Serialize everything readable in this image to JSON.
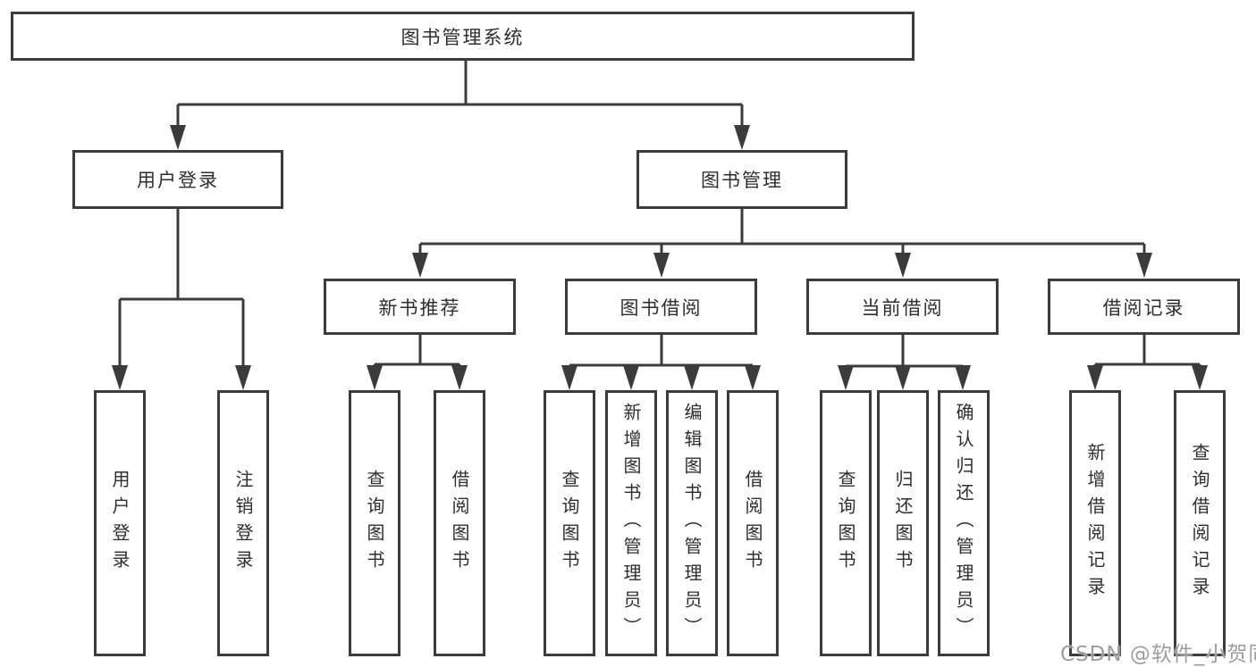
{
  "labels": {
    "root": "图书管理系统",
    "user_login": "用户登录",
    "book_management": "图书管理",
    "new_book_recommend": "新书推荐",
    "book_borrowing": "图书借阅",
    "current_borrowing": "当前借阅",
    "borrowing_records": "借阅记录",
    "leaf_user_login": "用户登录",
    "leaf_logout_login": "注销登录",
    "leaf_nb_query_books": "查询图书",
    "leaf_nb_borrow_books": "借阅图书",
    "leaf_bb_query_books": "查询图书",
    "leaf_bb_add_books": "新增图书（管理员）",
    "leaf_bb_edit_books": "编辑图书（管理员）",
    "leaf_bb_borrow_books": "借阅图书",
    "leaf_cb_query_books": "查询图书",
    "leaf_cb_return_books": "归还图书",
    "leaf_cb_confirm_return": "确认归还（管理员）",
    "leaf_br_add_record": "新增借阅记录",
    "leaf_br_query_record": "查询借阅记录"
  },
  "hierarchy": {
    "root": {
      "user_login": [
        "leaf_user_login",
        "leaf_logout_login"
      ],
      "book_management": {
        "new_book_recommend": [
          "leaf_nb_query_books",
          "leaf_nb_borrow_books"
        ],
        "book_borrowing": [
          "leaf_bb_query_books",
          "leaf_bb_add_books",
          "leaf_bb_edit_books",
          "leaf_bb_borrow_books"
        ],
        "current_borrowing": [
          "leaf_cb_query_books",
          "leaf_cb_return_books",
          "leaf_cb_confirm_return"
        ],
        "borrowing_records": [
          "leaf_br_add_record",
          "leaf_br_query_record"
        ]
      }
    }
  },
  "watermark": "CSDN @软件_小贺同学",
  "colors": {
    "line": "#3b3b3b",
    "text": "#2e2e2e",
    "watermark": "#9d9d9d",
    "background": "#ffffff"
  }
}
